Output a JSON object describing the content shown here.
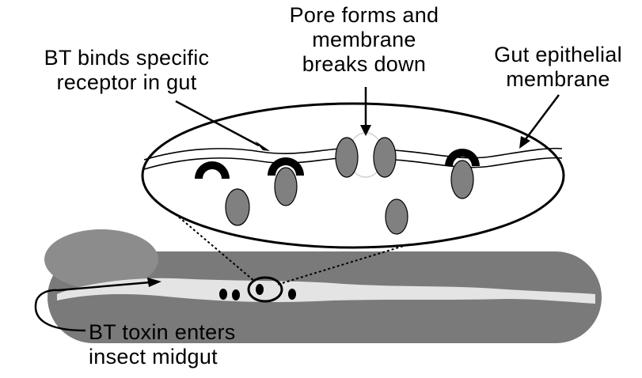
{
  "diagram": {
    "labels": {
      "pore_forms": {
        "line1": "Pore forms and",
        "line2": "membrane",
        "line3": "breaks down"
      },
      "bt_binds": {
        "line1": "BT binds specific",
        "line2": "receptor in gut"
      },
      "gut_epithelial": {
        "line1": "Gut epithelial",
        "line2": "membrane"
      },
      "bt_toxin": {
        "line1": "BT toxin enters",
        "line2": "insect midgut"
      }
    },
    "colors": {
      "larva_body": "#7a7a7a",
      "larva_head": "#8c8c8c",
      "gut_lumen": "#e4e4e4",
      "toxin_protein": "#808080",
      "receptor": "#000000",
      "outline": "#000000",
      "background": "#ffffff"
    }
  }
}
